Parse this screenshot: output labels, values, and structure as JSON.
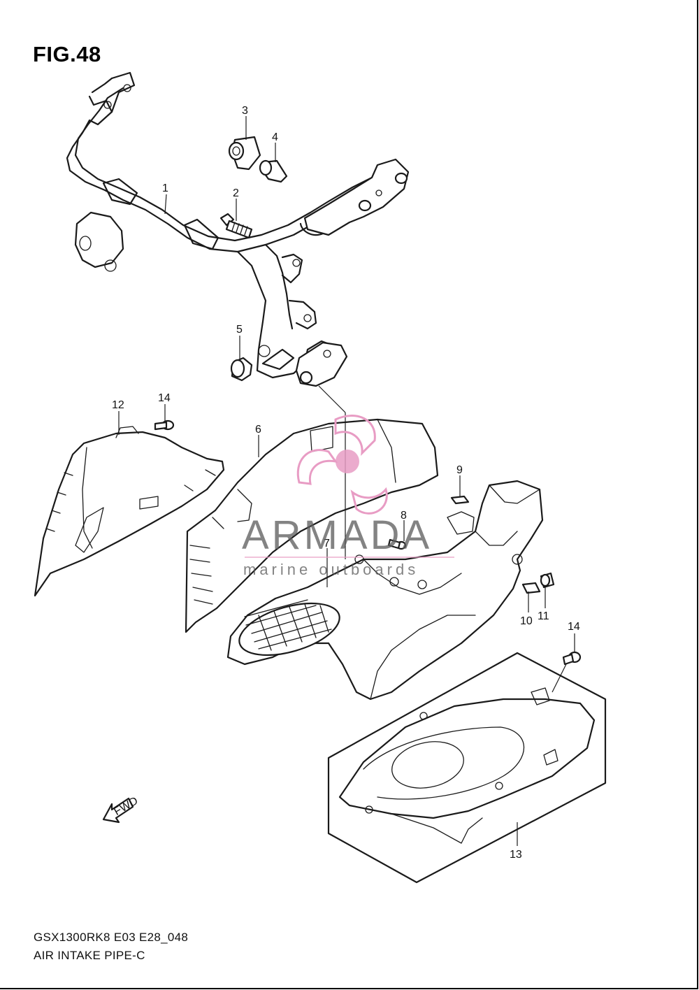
{
  "figure": {
    "title": "FIG.48"
  },
  "footer": {
    "model_code": "GSX1300RK8 E03 E28_048",
    "description": "AIR INTAKE PIPE-C"
  },
  "callouts": [
    "1",
    "2",
    "3",
    "4",
    "5",
    "6",
    "7",
    "8",
    "9",
    "10",
    "11",
    "12",
    "13",
    "14",
    "14"
  ],
  "direction_marker": "FWD",
  "watermark": {
    "brand": "ARMADA",
    "tagline": "marine outboards",
    "logo_color": "#e89cc4",
    "text_color": "#5a5a5a"
  }
}
